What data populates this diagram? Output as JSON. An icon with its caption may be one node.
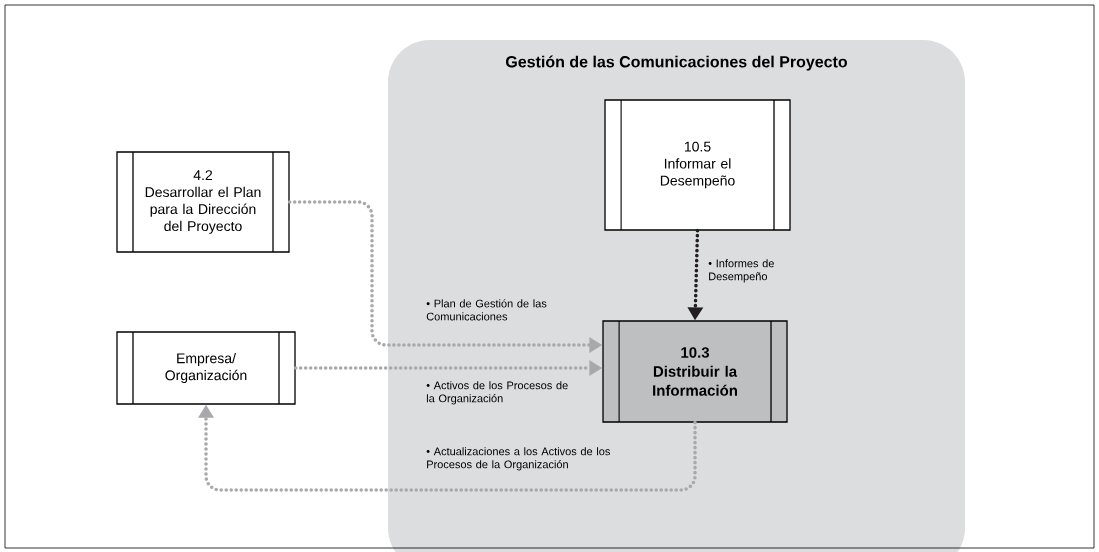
{
  "diagram": {
    "nodes": [
      {
        "text": [
          "Gestión de las Comunicaciones del Proyecto"
        ]
      },
      {
        "text": [
          "4.2",
          "Desarrollar el Plan para la Dirección del Proyecto"
        ]
      },
      {
        "text": [
          "10.5",
          "Informar el Desempeño"
        ],
        "in": 0
      },
      {
        "text": [
          "Empresa/ Organización"
        ]
      },
      {
        "text": [
          "10.3",
          "Distribuir la Información"
        ],
        "in": 0
      }
    ],
    "edges": [
      {
        "from": 1,
        "to": 4,
        "arrow": "to",
        "label": "• Plan de Gestión de las Comunicaciones"
      },
      {
        "from": 2,
        "to": 4,
        "arrow": "to",
        "label": "• Informes de Desempeño",
        "color": "#231f20"
      },
      {
        "from": 3,
        "to": 4,
        "arrow": "to",
        "label": "• Activos de los Procesos de la Organización"
      },
      {
        "from": 4,
        "to": 3,
        "arrow": "to",
        "label": "• Actualizaciones a los Activos de los Procesos de la Organización"
      }
    ]
  }
}
